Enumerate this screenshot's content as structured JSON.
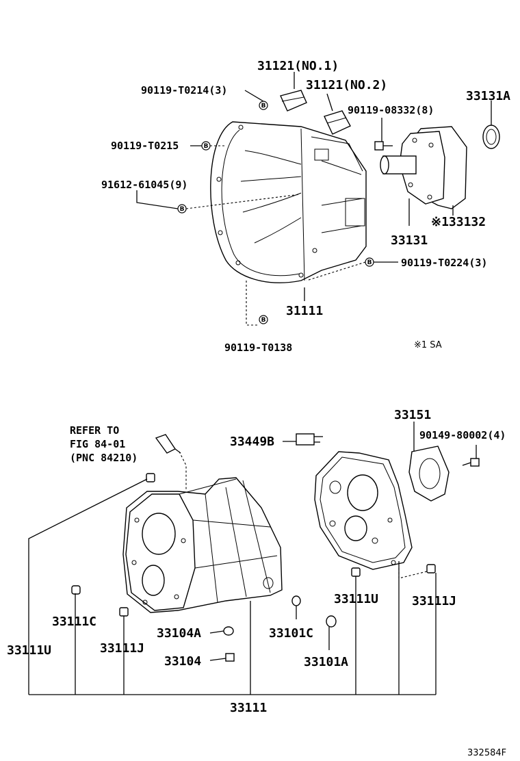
{
  "diagram_id": "332584F",
  "note": "※1 SA",
  "bolt_marker": "B",
  "upper_group": {
    "labels": {
      "p31121_no1": "31121(NO.1)",
      "p31121_no2": "31121(NO.2)",
      "p90119_t0214": "90119-T0214(3)",
      "p90119_t0215": "90119-T0215",
      "p91612_61045": "91612-61045(9)",
      "p90119_08332": "90119-08332(8)",
      "p33131a": "33131A",
      "p33132": "※133132",
      "p33131": "33131",
      "p90119_t0224": "90119-T0224(3)",
      "p31111": "31111",
      "p90119_t0138": "90119-T0138"
    }
  },
  "lower_group": {
    "refer": {
      "line1": "REFER TO",
      "line2": "FIG 84-01",
      "line3": "(PNC 84210)"
    },
    "labels": {
      "p33449b": "33449B",
      "p33151": "33151",
      "p90149_80002": "90149-80002(4)",
      "p33111u_right": "33111U",
      "p33111j_right": "33111J",
      "p33111c": "33111C",
      "p33111u_left": "33111U",
      "p33111j_left": "33111J",
      "p33104a": "33104A",
      "p33104": "33104",
      "p33101c": "33101C",
      "p33101a": "33101A",
      "p33111": "33111"
    }
  }
}
